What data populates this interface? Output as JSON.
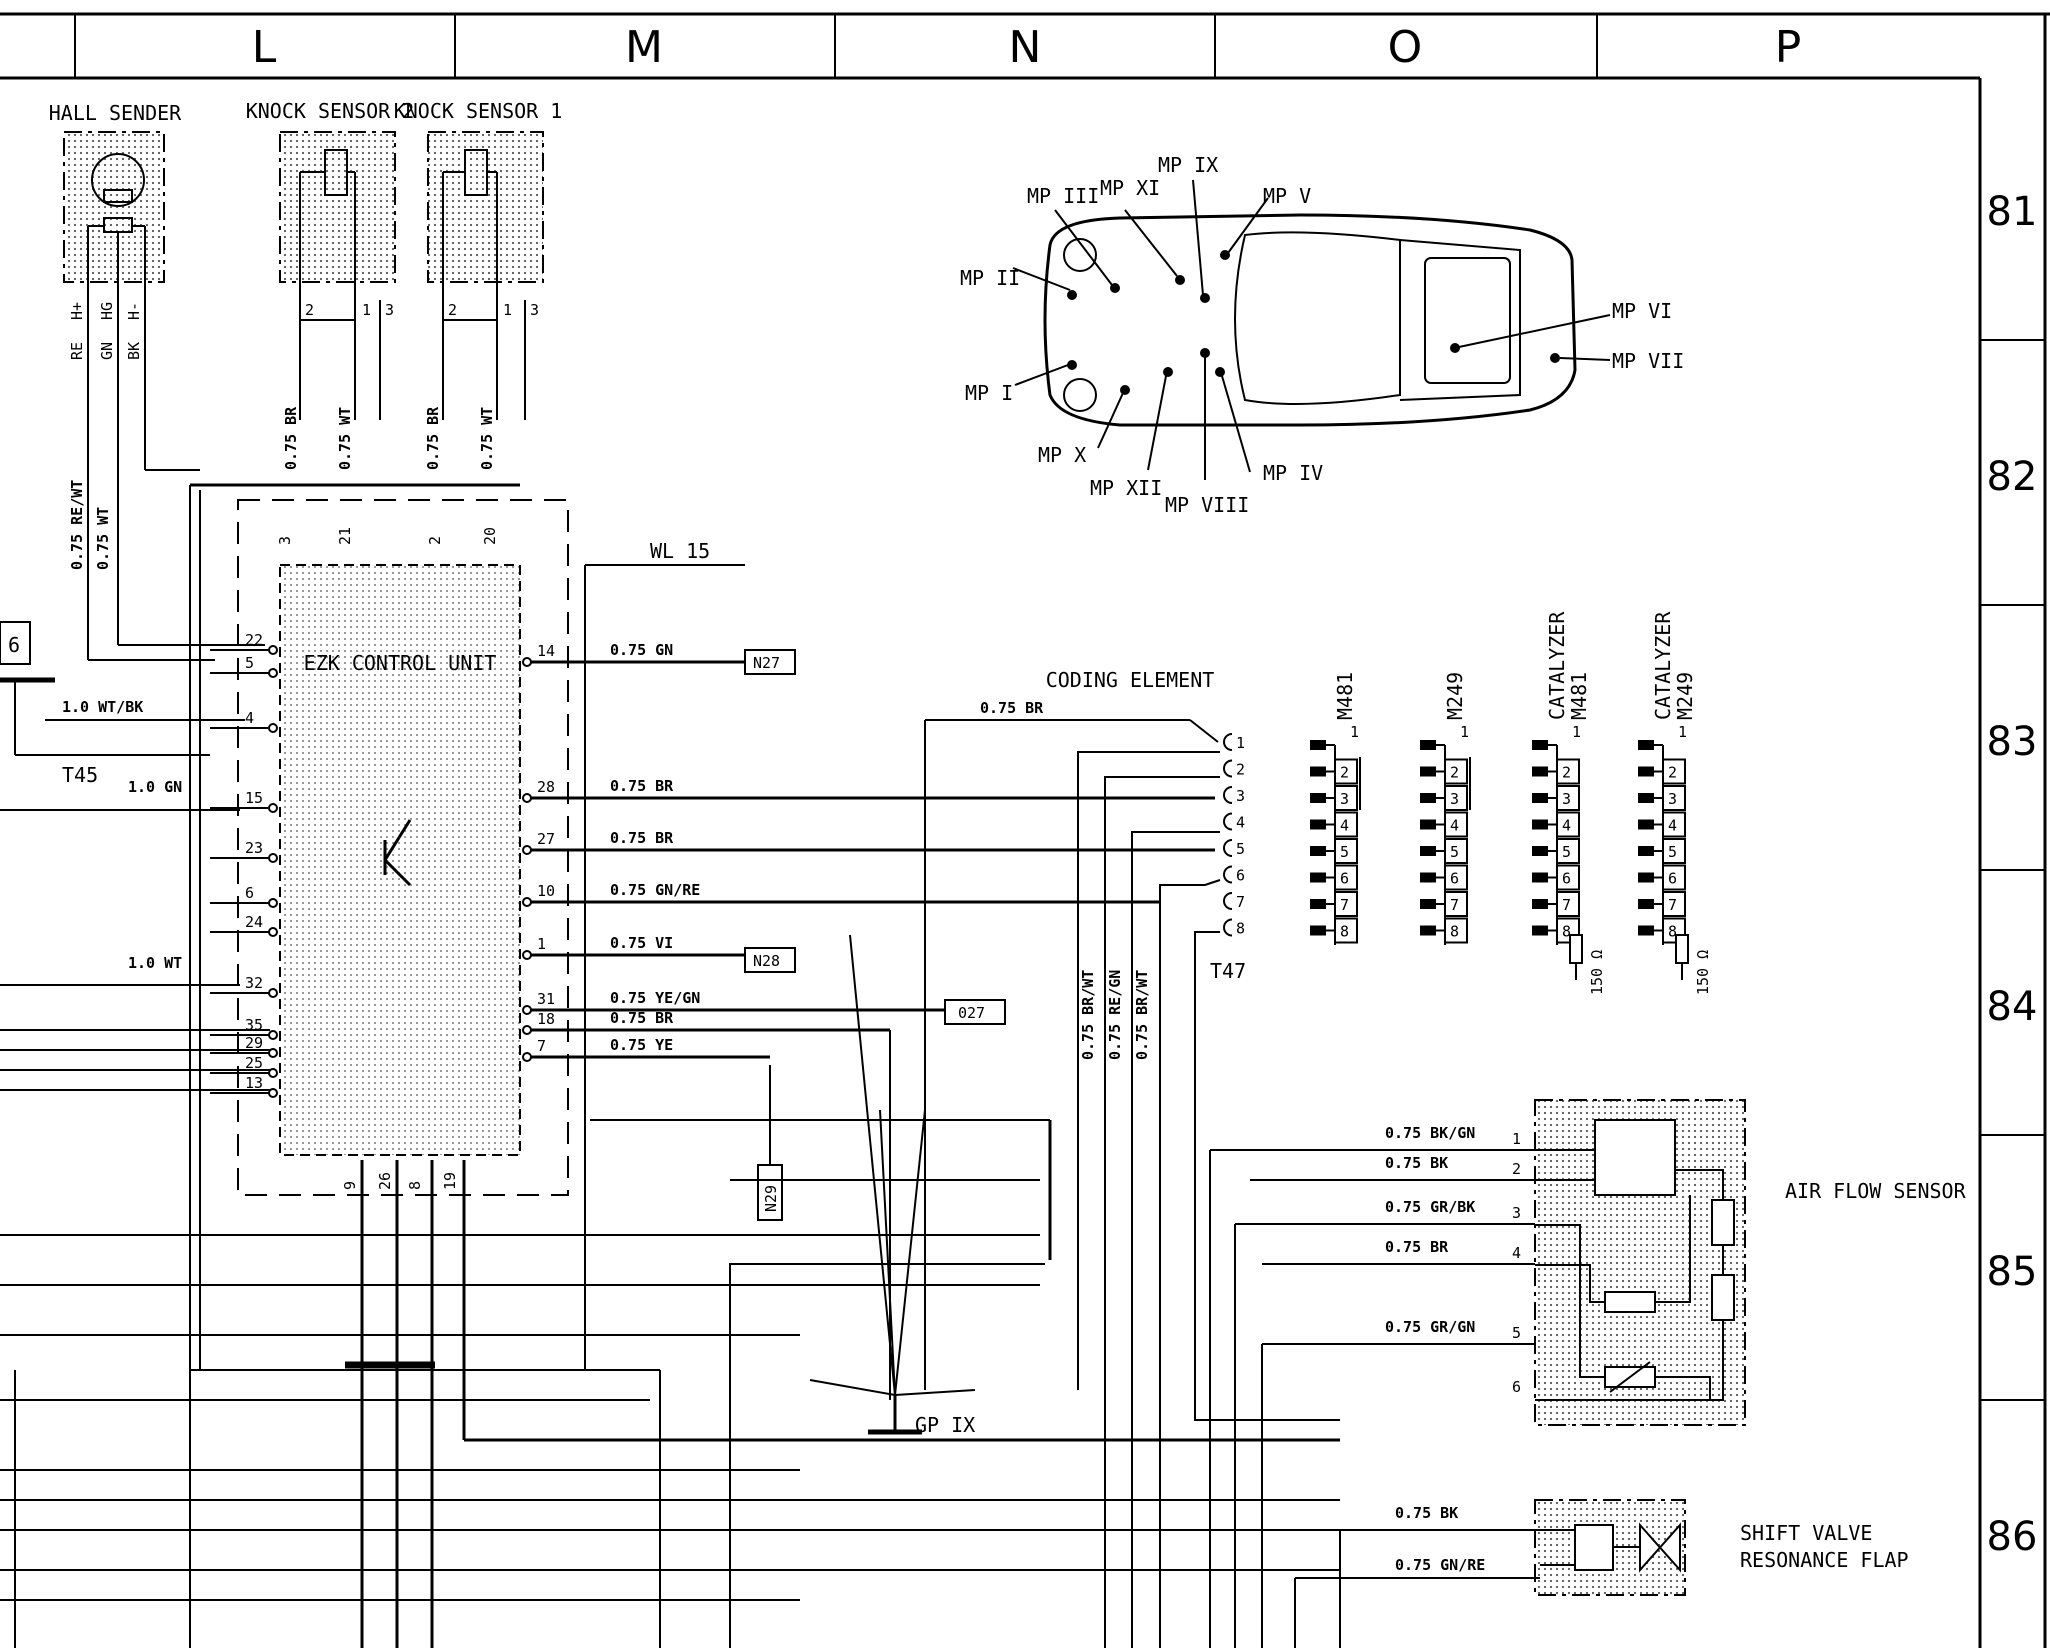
{
  "grid": {
    "columns": [
      "L",
      "M",
      "N",
      "O",
      "P"
    ],
    "rows": [
      "81",
      "82",
      "83",
      "84",
      "85",
      "86"
    ]
  },
  "components": {
    "hall_sender": "HALL SENDER",
    "knock_sensor_2": "KNOCK SENSOR 2",
    "knock_sensor_1": "KNOCK SENSOR 1",
    "control_unit": "EZK CONTROL UNIT",
    "coding_element": "CODING ELEMENT",
    "coding_element_id": "T47",
    "air_flow_sensor": "AIR FLOW SENSOR",
    "shift_valve_line1": "SHIFT VALVE",
    "shift_valve_line2": "RESONANCE FLAP",
    "ground_point": "GP IX",
    "wl15": "WL 15",
    "t45": "T45",
    "left_box_number": "6"
  },
  "connectors": {
    "n27": "N27",
    "n28": "N28",
    "n29": "N29",
    "o27": "027"
  },
  "coding_plugs": [
    {
      "label": "M481",
      "sub": ""
    },
    {
      "label": "M249",
      "sub": ""
    },
    {
      "label": "CATALYZER",
      "sub": "M481",
      "resistor": "150 Ω"
    },
    {
      "label": "CATALYZER",
      "sub": "M249",
      "resistor": "150 Ω"
    }
  ],
  "measuring_points": [
    "MP I",
    "MP II",
    "MP III",
    "MP IV",
    "MP V",
    "MP VI",
    "MP VII",
    "MP VIII",
    "MP IX",
    "MP X",
    "MP XI",
    "MP XII"
  ],
  "wires": {
    "hall": [
      "0.75 RE/WT",
      "0.75 WT"
    ],
    "hall_colors": [
      "RE",
      "GN",
      "BK"
    ],
    "hall_pins": [
      "H+",
      "HG",
      "H-"
    ],
    "knock2": [
      "0.75 BR",
      "0.75 WT"
    ],
    "knock1": [
      "0.75 BR",
      "0.75 WT"
    ],
    "left_wt_bk": "1.0 WT/BK",
    "left_gn": "1.0 GN",
    "left_wt": "1.0 WT",
    "right": [
      {
        "pin": "14",
        "label": "0.75 GN"
      },
      {
        "pin": "28",
        "label": "0.75 BR"
      },
      {
        "pin": "27",
        "label": "0.75 BR"
      },
      {
        "pin": "10",
        "label": "0.75 GN/RE"
      },
      {
        "pin": "1",
        "label": "0.75 VI"
      },
      {
        "pin": "31",
        "label": "0.75 YE/GN"
      },
      {
        "pin": "18",
        "label": "0.75 BR"
      },
      {
        "pin": "7",
        "label": "0.75 YE"
      }
    ],
    "coding_in": "0.75 BR",
    "coding_vertical": [
      "0.75 BR/WT",
      "0.75 RE/GN",
      "0.75 BR/WT"
    ],
    "air_flow": [
      "0.75 BK/GN",
      "0.75 BK",
      "0.75 GR/BK",
      "0.75 BR",
      "0.75 GR/GN"
    ],
    "shift_valve": [
      "0.75 BK",
      "0.75 GN/RE"
    ]
  },
  "ecu_left_pins": [
    "22",
    "5",
    "4",
    "15",
    "23",
    "6",
    "24",
    "32",
    "35",
    "29",
    "25",
    "13"
  ],
  "ecu_top_pins": [
    "3",
    "21",
    "2",
    "20"
  ],
  "ecu_bottom_pins": [
    "9",
    "26",
    "8",
    "19"
  ]
}
